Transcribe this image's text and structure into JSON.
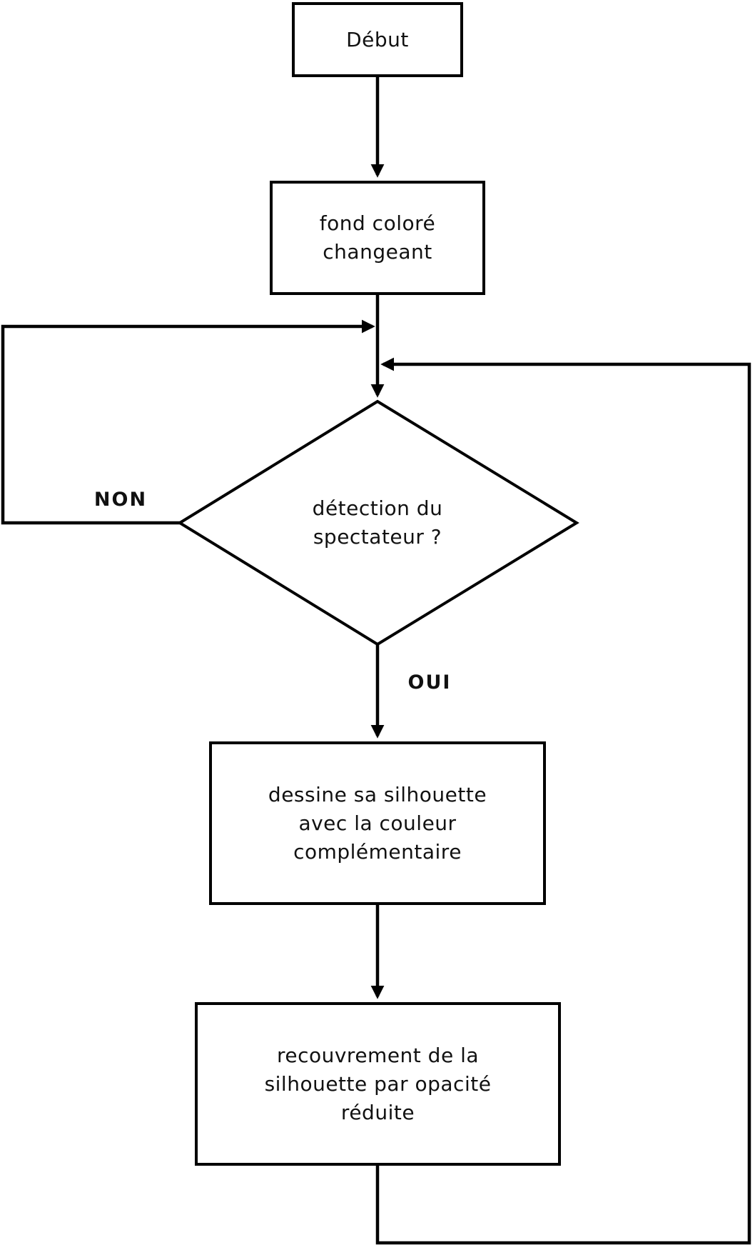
{
  "diagram": {
    "nodes": {
      "start": {
        "label": "Début"
      },
      "background": {
        "label": "fond coloré\nchangeant"
      },
      "decision": {
        "label": "détection du\nspectateur ?"
      },
      "draw": {
        "label": "dessine sa silhouette\navec la couleur\ncomplémentaire"
      },
      "overlay": {
        "label": "recouvrement de la\nsilhouette par opacité\nréduite"
      }
    },
    "edge_labels": {
      "no": "NON",
      "yes": "OUI"
    },
    "colors": {
      "stroke": "#000000",
      "text": "#111111",
      "background": "#ffffff"
    }
  }
}
